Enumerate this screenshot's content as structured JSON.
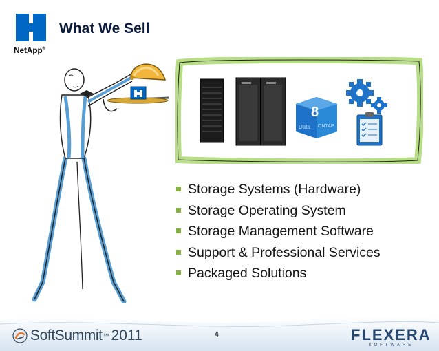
{
  "header": {
    "logo_text": "NetApp",
    "logo_tm": "®",
    "title": "What We Sell"
  },
  "illustration": {
    "data_ontap_version": "8",
    "data_ontap_word1": "Data",
    "data_ontap_word2": "ONTAP"
  },
  "bullets": [
    "Storage Systems (Hardware)",
    "Storage Operating System",
    "Storage Management Software",
    "Support & Professional Services",
    "Packaged Solutions"
  ],
  "footer": {
    "event_name": "SoftSummit",
    "event_tm": "™",
    "event_year": "2011",
    "page_number": "4",
    "sponsor_name": "FLEXERA",
    "sponsor_sub": "SOFTWARE"
  },
  "colors": {
    "netapp_blue": "#0067c5",
    "bullet_green": "#86b244",
    "frame_green": "#b7dd85",
    "title_navy": "#0b1a3a"
  }
}
